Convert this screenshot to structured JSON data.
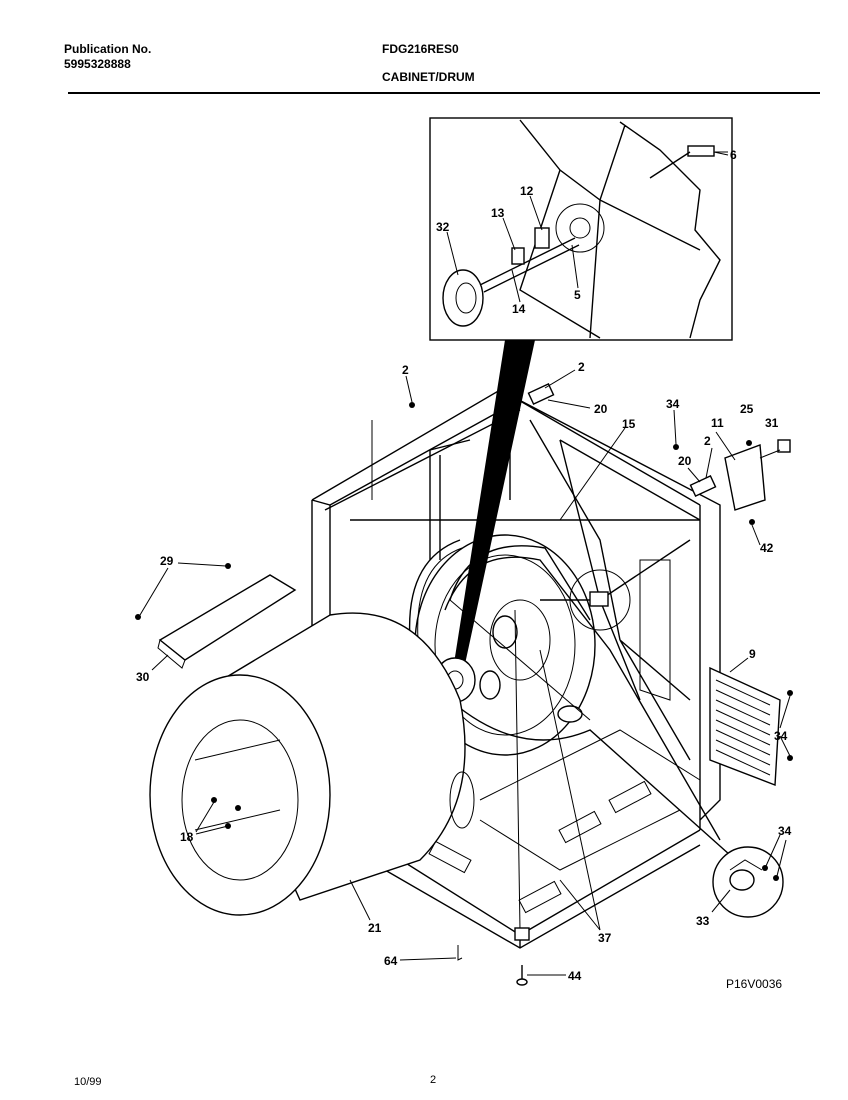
{
  "header": {
    "publication_label": "Publication No.",
    "publication_number": "5995328888",
    "model": "FDG216RES0",
    "section": "CABINET/DRUM"
  },
  "footer": {
    "date": "10/99",
    "page": "2"
  },
  "diagram": {
    "drawing_id": "P16V0036",
    "callouts": {
      "c6": "6",
      "c12": "12",
      "c13": "13",
      "c32": "32",
      "c14": "14",
      "c5": "5",
      "c2a": "2",
      "c2b": "2",
      "c20a": "20",
      "c34a": "34",
      "c15": "15",
      "c11": "11",
      "c25": "25",
      "c31": "31",
      "c2c": "2",
      "c20b": "20",
      "c42": "42",
      "c29": "29",
      "c30": "30",
      "c9": "9",
      "c34b": "34",
      "c18": "18",
      "c34c": "34",
      "c33": "33",
      "c21": "21",
      "c37": "37",
      "c64": "64",
      "c44": "44"
    }
  }
}
